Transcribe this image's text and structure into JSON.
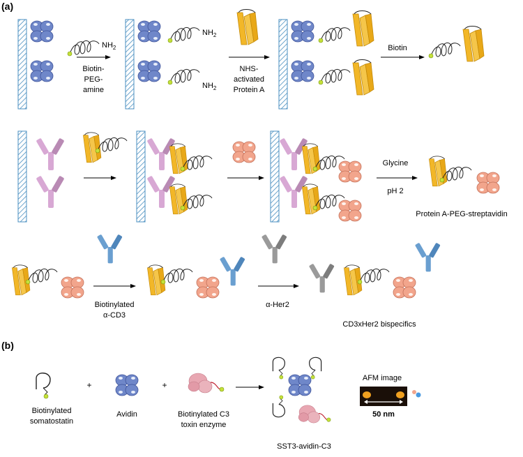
{
  "panels": {
    "a": "(a)",
    "b": "(b)"
  },
  "row1": {
    "nh2": "NH",
    "sub2": "2",
    "step1": [
      "Biotin-",
      "PEG-",
      "amine"
    ],
    "step2": [
      "NHS-",
      "activated",
      "Protein A"
    ],
    "step3": "Biotin"
  },
  "row2": {
    "step1": "Glycine",
    "step2": "pH 2",
    "product": "Protein A-PEG-streptavidin"
  },
  "row3": {
    "step1": [
      "Biotinylated",
      "α-CD3"
    ],
    "step2": "α-Her2",
    "product": "CD3xHer2 bispecifics"
  },
  "panel_b": {
    "reactant1": [
      "Biotinylated",
      "somatostatin"
    ],
    "reactant2": "Avidin",
    "reactant3": [
      "Biotinylated C3",
      "toxin enzyme"
    ],
    "plus": "+",
    "product": "SST3-avidin-C3",
    "afm_title": "AFM image",
    "scale": "50 nm"
  },
  "colors": {
    "avidin": "#6f87c9",
    "proteinA": "#f2b728",
    "antibody_pink": "#d8a8d4",
    "streptavidin": "#f2a58c",
    "antibody_blue": "#6a9fd0",
    "antibody_gray": "#9a9a9a",
    "surface": "#4a8fc0",
    "biotin": "#c5e03a",
    "c3": "#e8a7b2"
  }
}
